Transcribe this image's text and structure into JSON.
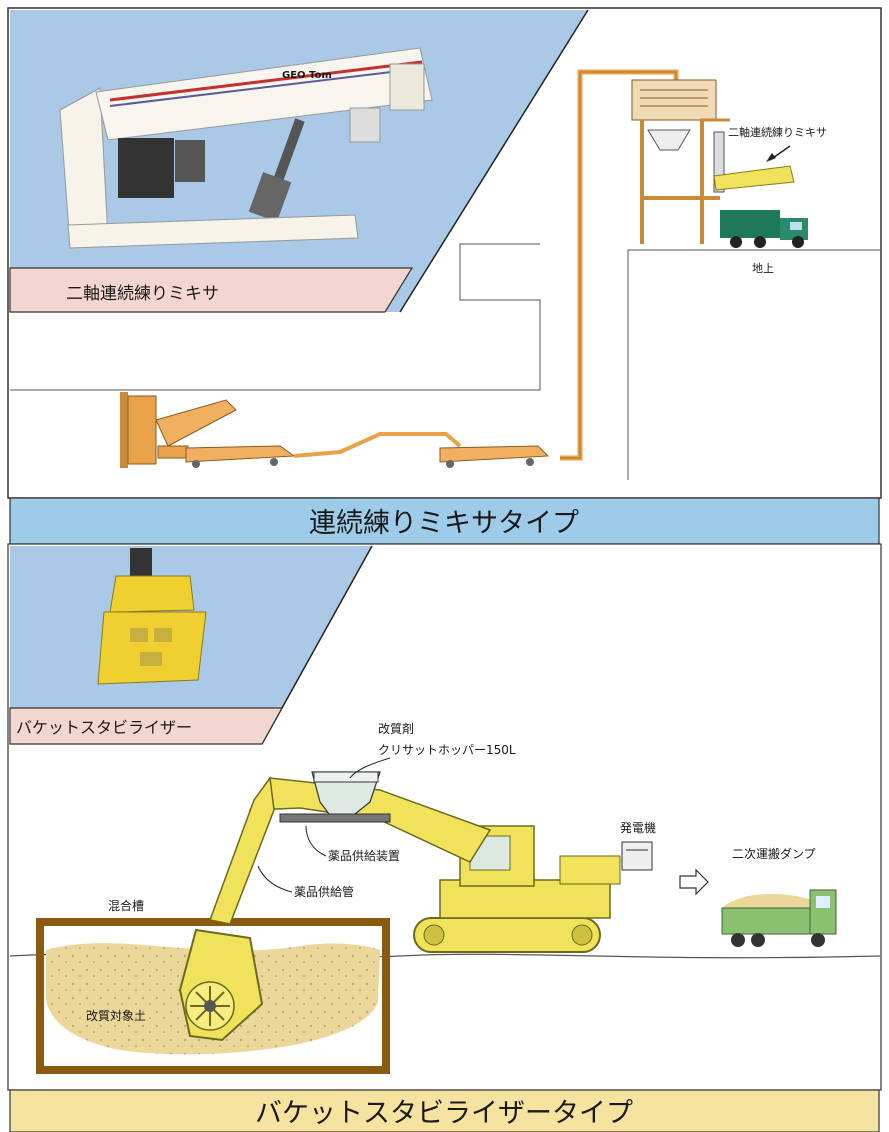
{
  "top_section": {
    "photo_label": "二軸連続練りミキサ",
    "machine_brand": "GEO Tom",
    "plant_mixer_label": "二軸連続練りミキサ",
    "ground_label": "地上",
    "banner": "連続練りミキサタイプ"
  },
  "bottom_section": {
    "photo_label": "バケットスタビライザー",
    "hopper_label_1": "改質剤",
    "hopper_label_2": "クリサットホッパー150L",
    "feeder_label": "薬品供給装置",
    "pipe_label": "薬品供給管",
    "generator_label": "発電機",
    "dump_label": "二次運搬ダンプ",
    "tank_label": "混合槽",
    "soil_label": "改質対象土",
    "banner": "バケットスタビライザータイプ"
  },
  "colors": {
    "photo_bg": "#a9c9e6",
    "banner_blue": "#9ecbe8",
    "banner_yellow": "#f6e3a0",
    "label_pink": "#f4d6d0",
    "pipe_orange": "#e8a24a",
    "machine_yellow": "#f0e25a",
    "soil": "#ecd79a",
    "truck_green": "#1e7a5a"
  }
}
